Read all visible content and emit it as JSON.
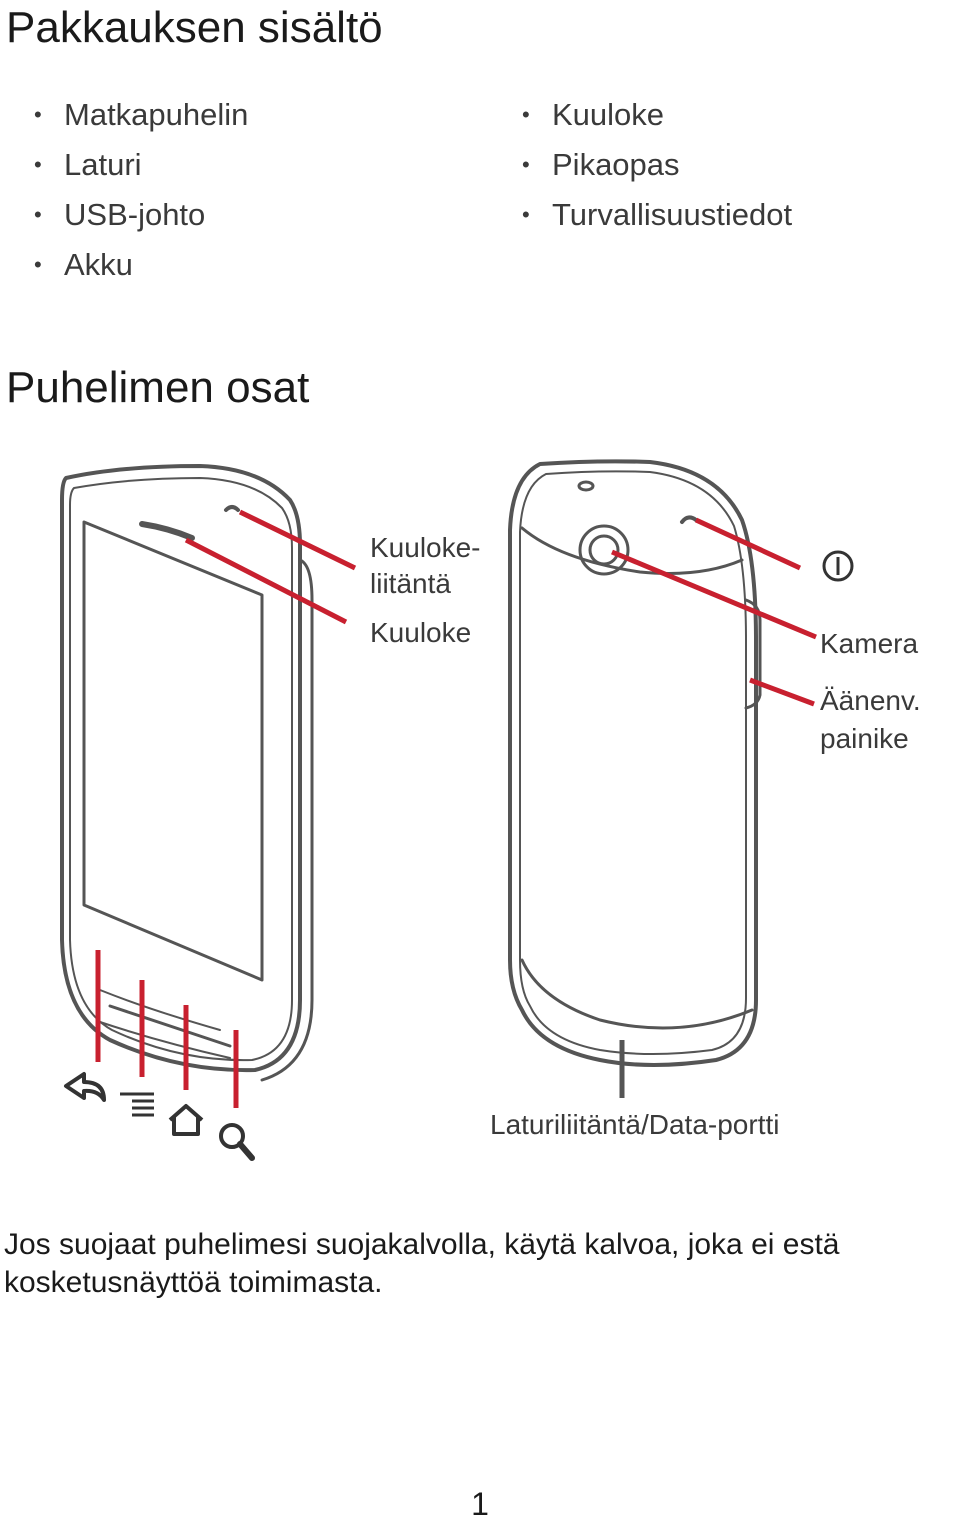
{
  "section1": {
    "title": "Pakkauksen sisältö",
    "left_items": [
      "Matkapuhelin",
      "Laturi",
      "USB-johto",
      "Akku"
    ],
    "right_items": [
      "Kuuloke",
      "Pikaopas",
      "Turvallisuustiedot"
    ]
  },
  "section2": {
    "title": "Puhelimen osat",
    "labels": {
      "headset_jack_1": "Kuuloke-",
      "headset_jack_2": "liitäntä",
      "earpiece": "Kuuloke",
      "camera": "Kamera",
      "volume_1": "Äänenv.",
      "volume_2": "painike",
      "charger_port": "Laturiliitäntä/Data-portti"
    },
    "icons": [
      "back-icon",
      "menu-icon",
      "home-icon",
      "search-icon",
      "power-icon"
    ],
    "colors": {
      "callout": "#c8202f",
      "outline": "#555555"
    }
  },
  "note": "Jos suojaat puhelimesi suojakalvolla, käytä kalvoa, joka ei estä kosketusnäyttöä toimimasta.",
  "page_number": "1"
}
